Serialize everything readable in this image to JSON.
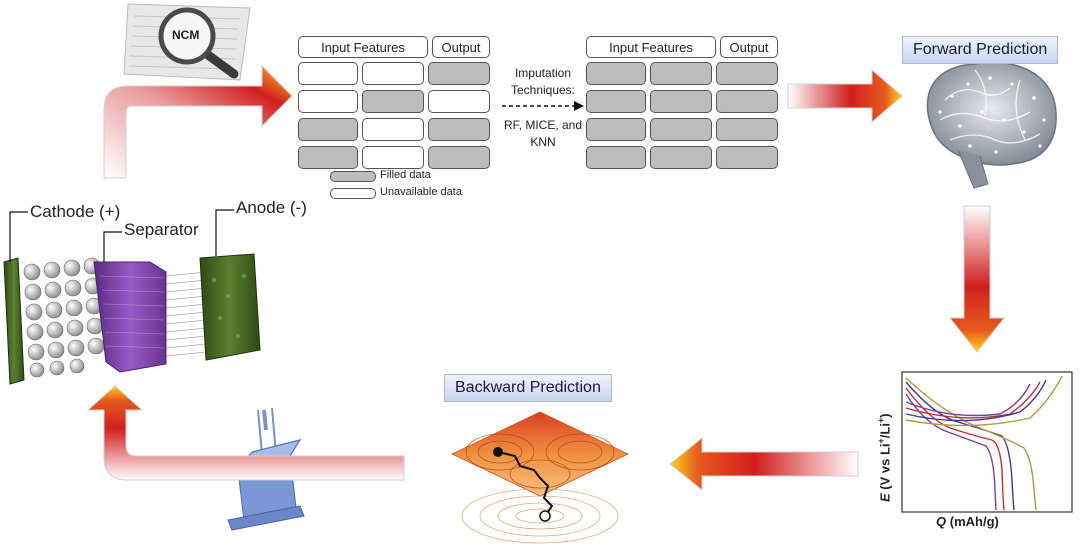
{
  "figure": {
    "table_left": {
      "header_input": "Input Features",
      "header_output": "Output",
      "cells": [
        [
          "empty",
          "empty",
          "filled"
        ],
        [
          "empty",
          "filled",
          "empty"
        ],
        [
          "filled",
          "empty",
          "filled"
        ],
        [
          "filled",
          "empty",
          "filled"
        ]
      ]
    },
    "legend": {
      "filled_label": "Filled data",
      "unavailable_label": "Unavailable data"
    },
    "imputation": {
      "line1": "Imputation",
      "line2": "Techniques:",
      "line3": "RF, MICE, and",
      "line4": "KNN"
    },
    "table_right": {
      "header_input": "Input Features",
      "header_output": "Output",
      "cells": [
        [
          "filled",
          "filled",
          "filled"
        ],
        [
          "filled",
          "filled",
          "filled"
        ],
        [
          "filled",
          "filled",
          "filled"
        ],
        [
          "filled",
          "filled",
          "filled"
        ]
      ]
    },
    "forward_prediction": "Forward Prediction",
    "backward_prediction": "Backward Prediction",
    "battery": {
      "cathode": "Cathode (+)",
      "separator": "Separator",
      "anode": "Anode (-)"
    },
    "magnifier_label": "NCM",
    "plot": {
      "ylabel_var": "E",
      "ylabel_rest": " (V vs Li",
      "ylabel_sup": "+",
      "ylabel_mid": "/Li",
      "ylabel_end": ")",
      "xlabel_var": "Q",
      "xlabel_rest": " (mAh/g)"
    },
    "colors": {
      "arrow_red": "#d21e1e",
      "arrow_yellow": "#ffd21e",
      "filled_cell": "#bdbdbd",
      "cathode_green": "#3d5a1e",
      "separator_purple": "#7a3fa0"
    }
  }
}
